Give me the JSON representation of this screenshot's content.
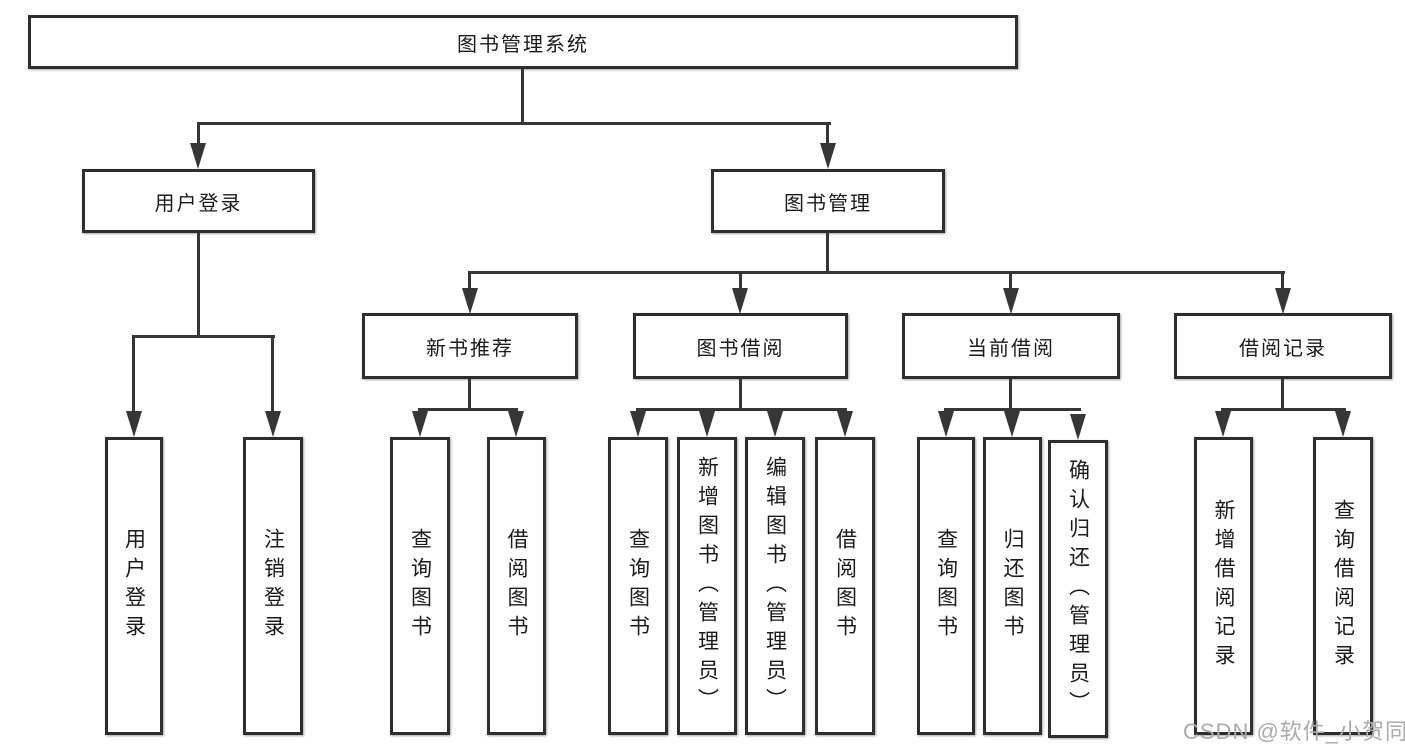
{
  "nodes": {
    "root": "图书管理系统",
    "user_login": "用户登录",
    "book_management": "图书管理",
    "new_book_recommend": "新书推荐",
    "book_borrow": "图书借阅",
    "current_borrow": "当前借阅",
    "borrow_record": "借阅记录"
  },
  "leaves": {
    "user_login": [
      "用户登录",
      "注销登录"
    ],
    "new_book_recommend": [
      "查询图书",
      "借阅图书"
    ],
    "book_borrow": [
      "查询图书",
      "新增图书（管理员）",
      "编辑图书（管理员）",
      "借阅图书"
    ],
    "current_borrow": [
      "查询图书",
      "归还图书",
      "确认归还（管理员）"
    ],
    "borrow_record": [
      "新增借阅记录",
      "查询借阅记录"
    ]
  },
  "watermark": "CSDN @软件_小贺同学",
  "colors": {
    "line": "#363636",
    "border": "#2e2e2e",
    "text": "#1b1b1b",
    "watermark": "#ababab",
    "background": "#ffffff"
  }
}
